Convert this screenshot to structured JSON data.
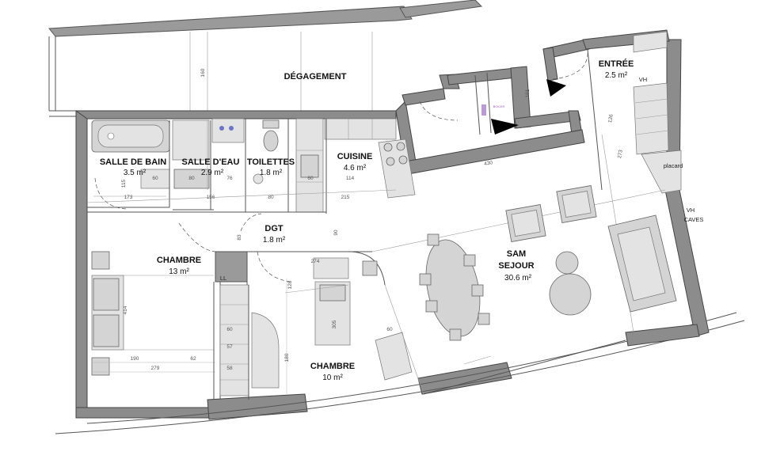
{
  "rooms": {
    "degagement": {
      "name": "DÉGAGEMENT"
    },
    "entree": {
      "name": "ENTRÉE",
      "area": "2.5 m²"
    },
    "salle_de_bain": {
      "name": "SALLE DE BAIN",
      "area": "3.5 m²"
    },
    "salle_d_eau": {
      "name": "SALLE D'EAU",
      "area": "2.9 m²"
    },
    "toilettes": {
      "name": "TOILETTES",
      "area": "1.8 m²"
    },
    "cuisine": {
      "name": "CUISINE",
      "area": "4.6 m²"
    },
    "dgt": {
      "name": "DGT",
      "area": "1.8 m²"
    },
    "chambre_1": {
      "name": "CHAMBRE",
      "area": "13 m²"
    },
    "chambre_2": {
      "name": "CHAMBRE",
      "area": "10 m²"
    },
    "sejour": {
      "name_line1": "SAM",
      "name_line2": "SEJOUR",
      "area": "30.6 m²"
    }
  },
  "labels": {
    "vh_entree": "VH",
    "placard": "placard",
    "vh_caves_1": "VH",
    "vh_caves_2": "CAVES",
    "ll": "LL",
    "boiler": "BOILER"
  },
  "dimensions": {
    "d160": "160",
    "d115": "115",
    "d173": "173",
    "d80a": "80",
    "d76": "76",
    "d156": "156",
    "d80b": "80",
    "d215": "215",
    "d114": "114",
    "d60c": "60",
    "d60s": "60",
    "d430": "430",
    "d161": "161",
    "d126": "126",
    "d273": "273",
    "d90": "90",
    "d83": "83",
    "d414": "414",
    "d190": "190",
    "d62": "62",
    "d279": "279",
    "d128": "128",
    "d274": "274",
    "d305": "305",
    "d180": "180",
    "d60w": "60",
    "d60x": "60",
    "d58": "58",
    "d57": "57"
  }
}
